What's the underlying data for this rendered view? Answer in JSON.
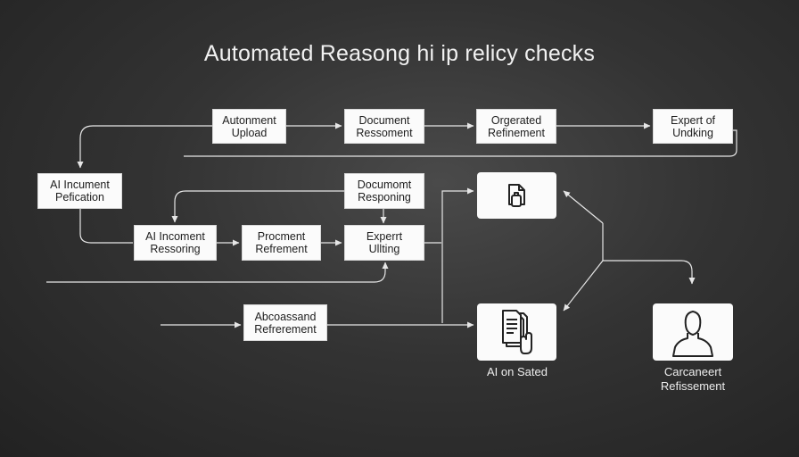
{
  "title": "Automated Reasong hi ip relicy checks",
  "nodes": {
    "automent_upload": [
      "Autonment",
      "Upload"
    ],
    "document_ressoment": [
      "Document",
      "Ressoment"
    ],
    "orgerated_refinement": [
      "Orgerated",
      "Refinement"
    ],
    "expert_undking": [
      "Expert of",
      "Undking"
    ],
    "ai_pefication": [
      "AI Incument",
      "Pefication"
    ],
    "document_responing": [
      "Documomt",
      "Responing"
    ],
    "ai_ressoring": [
      "AI Incoment",
      "Ressoring"
    ],
    "procment_refrement": [
      "Procment",
      "Refrement"
    ],
    "expert_ulting": [
      "Experrt",
      "Ullting"
    ],
    "abcoassand_refrerement": [
      "Abcoassand",
      "Refrerement"
    ]
  },
  "icon_nodes": {
    "top_icon": "document-icon",
    "middle_icon": "documents-hand-icon",
    "right_icon": "person-icon"
  },
  "captions": {
    "middle": "AI on Sated",
    "right": [
      "Carcaneert",
      "Refissement"
    ]
  },
  "colors": {
    "line": "#e6e6e6",
    "box": "#fbfbfb",
    "text": "#202020"
  }
}
